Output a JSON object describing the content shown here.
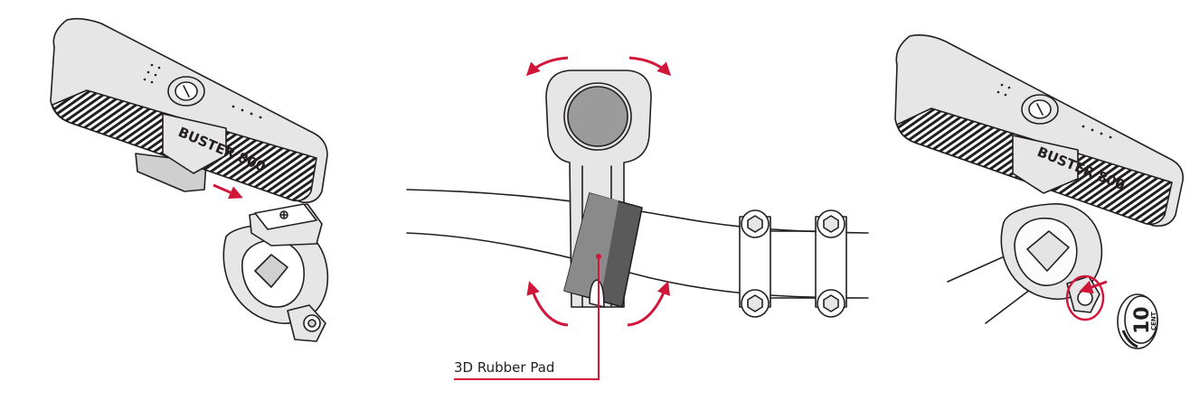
{
  "panels": {
    "left": {
      "brand_label": "BUSTER 800"
    },
    "middle": {
      "callout_label": "3D Rubber Pad"
    },
    "right": {
      "brand_label": "BUSTER 800",
      "coin_value": "10",
      "coin_unit": "CENT"
    }
  },
  "colors": {
    "ink": "#231f20",
    "body_light": "#e6e6e6",
    "body_mid": "#c9c9c9",
    "pad_dark": "#5a5a5a",
    "accent_red": "#d2163a",
    "lens_gray": "#9b9b9b"
  }
}
